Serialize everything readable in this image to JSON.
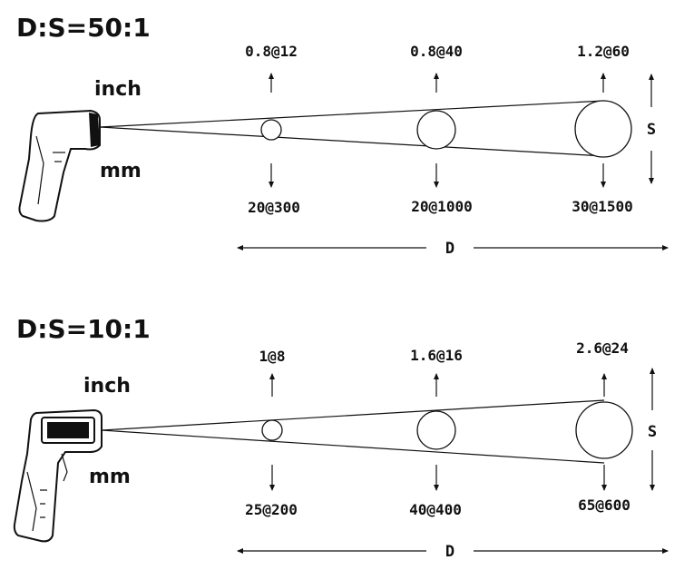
{
  "diagram_top": {
    "ratio": "D:S=50:1",
    "unit_inch": "inch",
    "unit_mm": "mm",
    "spots": [
      {
        "inch_label": "0.8@12",
        "mm_label": "20@300"
      },
      {
        "inch_label": "0.8@40",
        "mm_label": "20@1000"
      },
      {
        "inch_label": "1.2@60",
        "mm_label": "30@1500"
      }
    ],
    "s_label": "S",
    "d_label": "D"
  },
  "diagram_bottom": {
    "ratio": "D:S=10:1",
    "unit_inch": "inch",
    "unit_mm": "mm",
    "spots": [
      {
        "inch_label": "1@8",
        "mm_label": "25@200"
      },
      {
        "inch_label": "1.6@16",
        "mm_label": "40@400"
      },
      {
        "inch_label": "2.6@24",
        "mm_label": "65@600"
      }
    ],
    "s_label": "S",
    "d_label": "D"
  }
}
